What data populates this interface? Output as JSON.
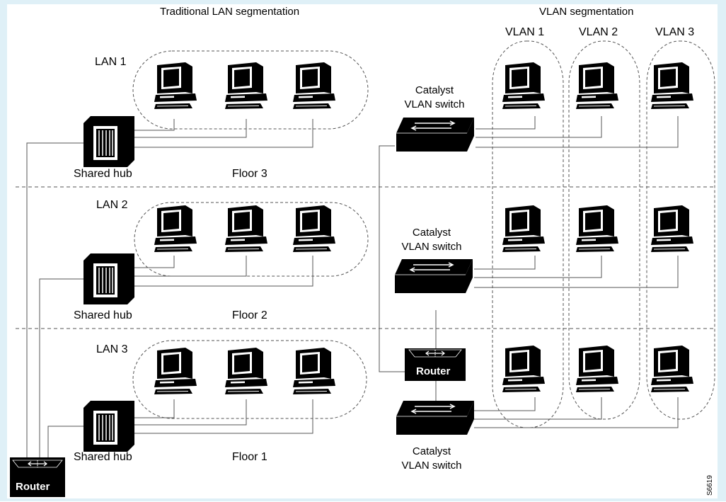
{
  "headers": {
    "traditional": "Traditional LAN segmentation",
    "vlan": "VLAN segmentation"
  },
  "vlan_columns": [
    "VLAN 1",
    "VLAN 2",
    "VLAN 3"
  ],
  "lans": [
    "LAN 1",
    "LAN 2",
    "LAN 3"
  ],
  "floors": [
    "Floor 3",
    "Floor 2",
    "Floor 1"
  ],
  "hub_label": "Shared hub",
  "switch_label_line1": "Catalyst",
  "switch_label_line2": "VLAN switch",
  "router_label": "Router",
  "figure_id": "S6619",
  "colors": {
    "frame": "#dff0f7",
    "background": "#ffffff",
    "ink": "#000000",
    "line": "#555555"
  },
  "icons": [
    "workstation-icon",
    "shared-hub-icon",
    "catalyst-switch-icon",
    "router-icon"
  ]
}
